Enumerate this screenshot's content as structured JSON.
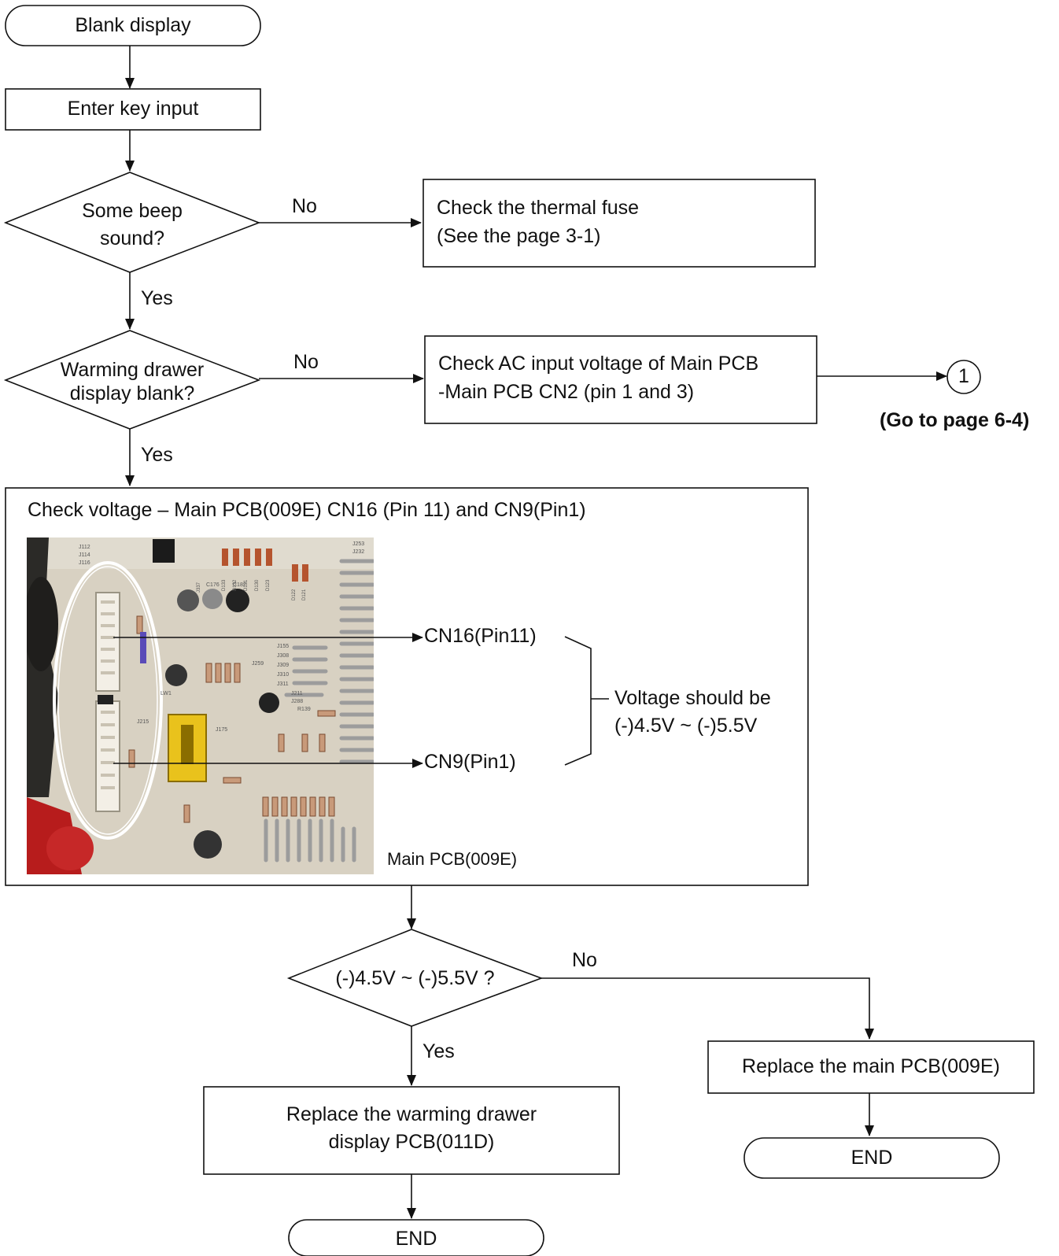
{
  "flow": {
    "start": "Blank display",
    "step_enter": "Enter key input",
    "decision_beep_line1": "Some beep",
    "decision_beep_line2": "sound?",
    "no_label_1": "No",
    "yes_label_1": "Yes",
    "thermal_line1": "Check the thermal fuse",
    "thermal_line2": "(See the page 3-1)",
    "decision_warming_line1": "Warming drawer",
    "decision_warming_line2": "display blank?",
    "no_label_2": "No",
    "yes_label_2": "Yes",
    "ac_line1": "Check AC input voltage  of Main PCB",
    "ac_line2": "-Main PCB CN2 (pin 1 and 3)",
    "connector": "1",
    "goto": "(Go to page 6-4)",
    "voltage_check_title": "Check voltage – Main PCB(009E) CN16 (Pin 11) and CN9(Pin1)",
    "cn16_label": "CN16(Pin11)",
    "cn9_label": "CN9(Pin1)",
    "voltage_note_line1": "Voltage should be",
    "voltage_note_line2": "(-)4.5V ~ (-)5.5V",
    "photo_caption": "Main PCB(009E)",
    "decision_range": "(-)4.5V ~ (-)5.5V ?",
    "no_label_3": "No",
    "yes_label_3": "Yes",
    "replace_display_line1": "Replace the warming drawer",
    "replace_display_line2": "display PCB(011D)",
    "replace_main": "Replace the main PCB(009E)",
    "end_left": "END",
    "end_right": "END"
  },
  "pcb_silkscreen": {
    "top_left": [
      "J112",
      "J114",
      "J116"
    ],
    "top_right": [
      "J253",
      "J232"
    ],
    "diodes": [
      "D133",
      "D132",
      "D131",
      "D130",
      "D123",
      "D122",
      "D121"
    ],
    "caps": [
      "C176",
      "C182"
    ],
    "jumpers": [
      "J155",
      "J308",
      "J309",
      "J310",
      "J311",
      "J211",
      "J288",
      "J259",
      "J175"
    ],
    "misc": [
      "J337",
      "R139",
      "LW1",
      "J215"
    ]
  }
}
